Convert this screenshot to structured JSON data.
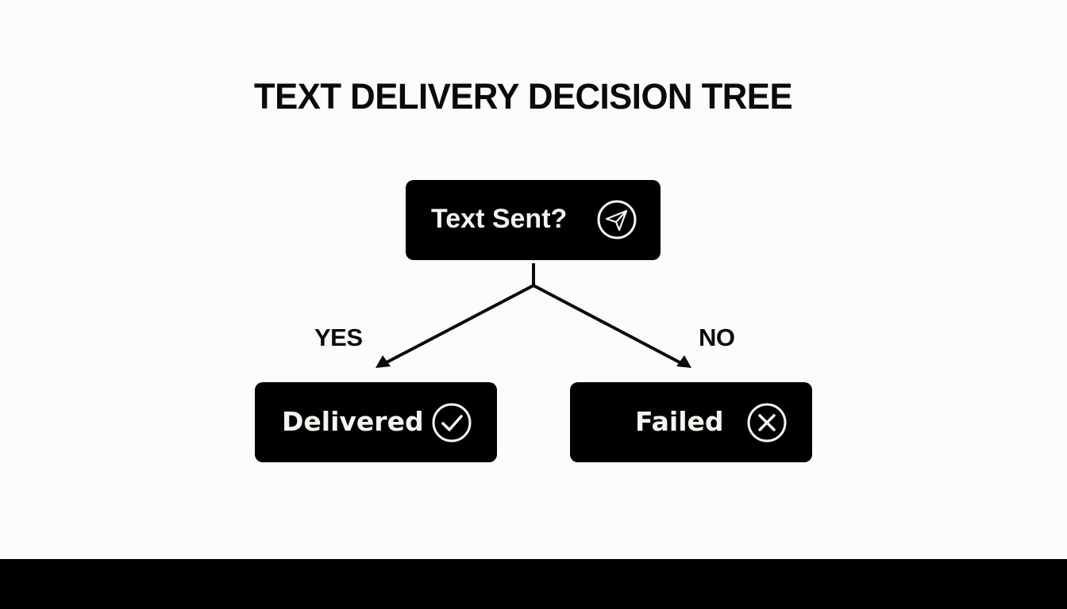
{
  "title": "TEXT DELIVERY DECISION TREE",
  "nodes": {
    "root": {
      "label": "Text Sent?",
      "icon": "paper-plane-icon"
    },
    "yes": {
      "label": "Delivered",
      "icon": "check-circle-icon"
    },
    "no": {
      "label": "Failed",
      "icon": "x-circle-icon"
    }
  },
  "edges": {
    "yes_label": "YES",
    "no_label": "NO"
  },
  "colors": {
    "background": "#fcfcfc",
    "node_fill": "#000000",
    "node_text": "#f6f4f0",
    "line": "#0a0a0a"
  }
}
